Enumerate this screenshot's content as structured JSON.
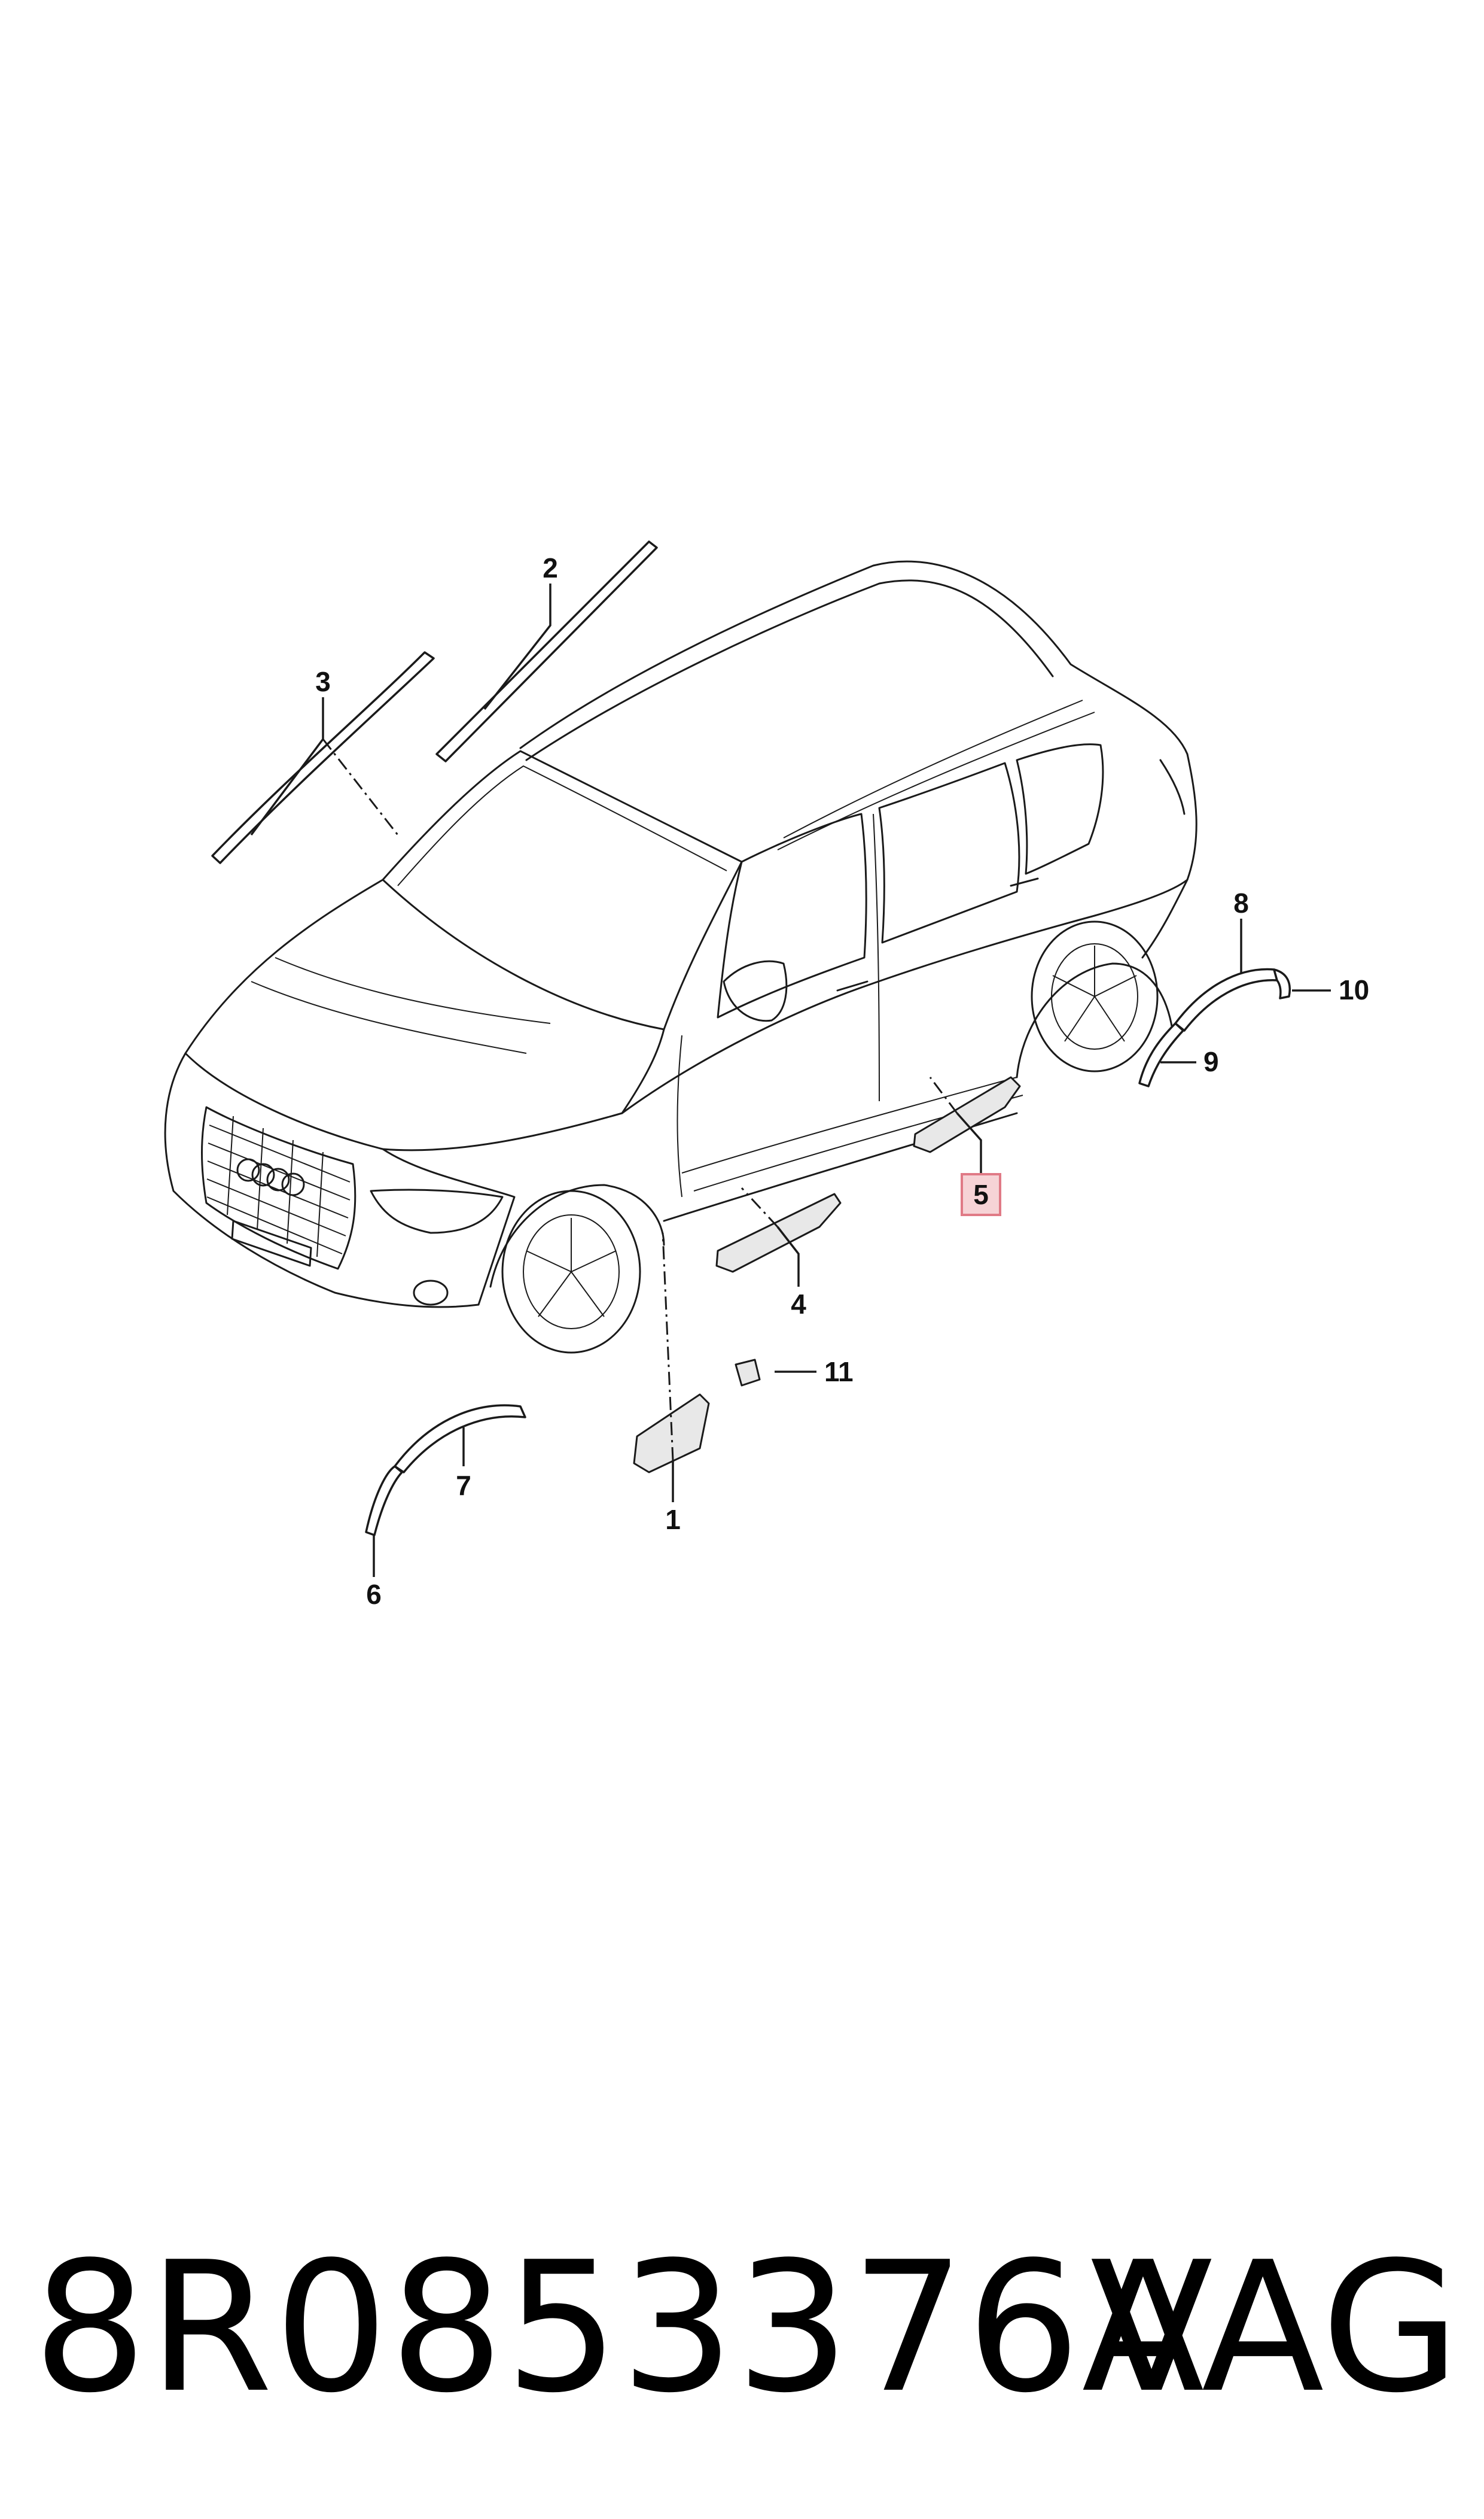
{
  "callouts": [
    {
      "id": "1",
      "label": "1",
      "highlighted": false
    },
    {
      "id": "2",
      "label": "2",
      "highlighted": false
    },
    {
      "id": "3",
      "label": "3",
      "highlighted": false
    },
    {
      "id": "4",
      "label": "4",
      "highlighted": false
    },
    {
      "id": "5",
      "label": "5",
      "highlighted": true
    },
    {
      "id": "6",
      "label": "6",
      "highlighted": false
    },
    {
      "id": "7",
      "label": "7",
      "highlighted": false
    },
    {
      "id": "8",
      "label": "8",
      "highlighted": false
    },
    {
      "id": "9",
      "label": "9",
      "highlighted": false
    },
    {
      "id": "10",
      "label": "10",
      "highlighted": false
    },
    {
      "id": "11",
      "label": "11",
      "highlighted": false
    }
  ],
  "footer": {
    "part_number": "8R0853376A",
    "brand": "VAG"
  },
  "colors": {
    "line": "#1a1a1a",
    "highlight_fill": "#f6d3d6",
    "highlight_stroke": "#e07a86",
    "background": "#ffffff"
  }
}
